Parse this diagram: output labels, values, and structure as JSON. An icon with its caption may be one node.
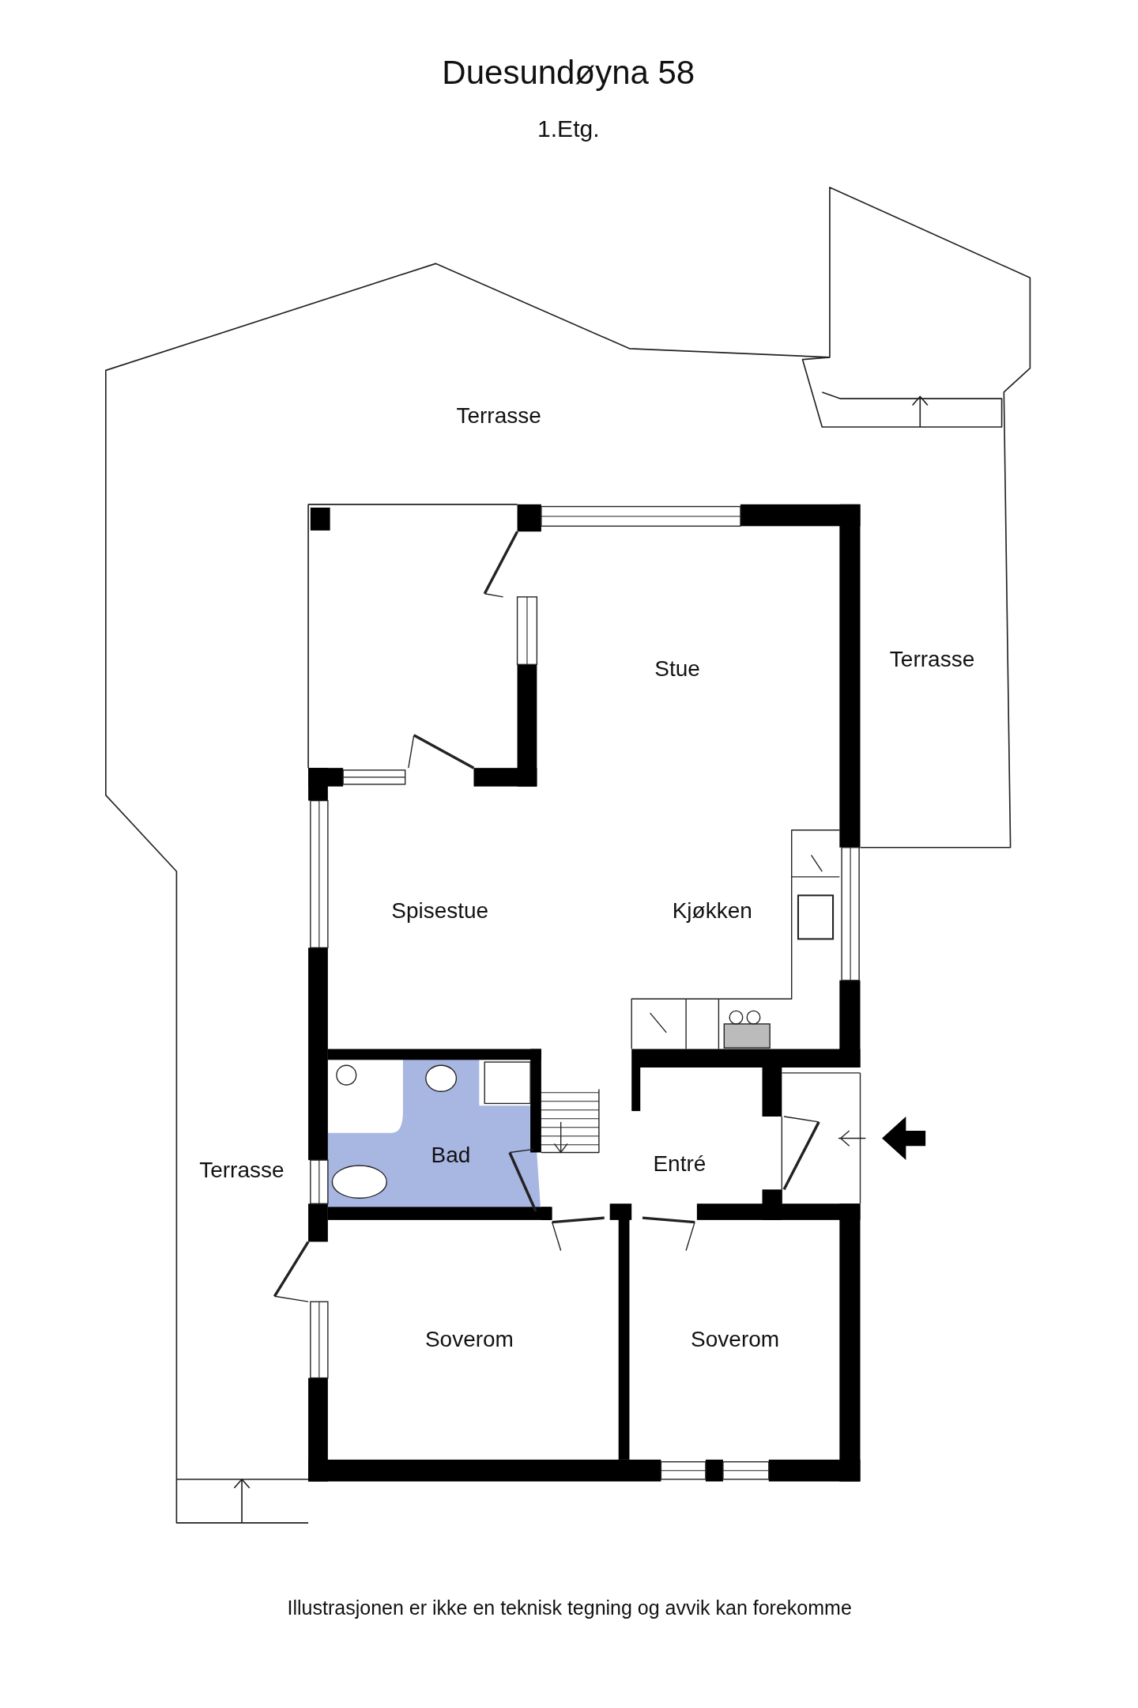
{
  "diagram": {
    "title": "Duesundøyna 58",
    "caption": "Illustrasjonen er ikke en teknisk tegning og avvik kan forekomme",
    "labels": [
      "1.Etg.",
      "Terrasse",
      "Stue",
      "Terrasse",
      "Spisestue",
      "Kjøkken",
      "Bad",
      "Entré",
      "Terrasse",
      "Soverom",
      "Soverom"
    ]
  }
}
